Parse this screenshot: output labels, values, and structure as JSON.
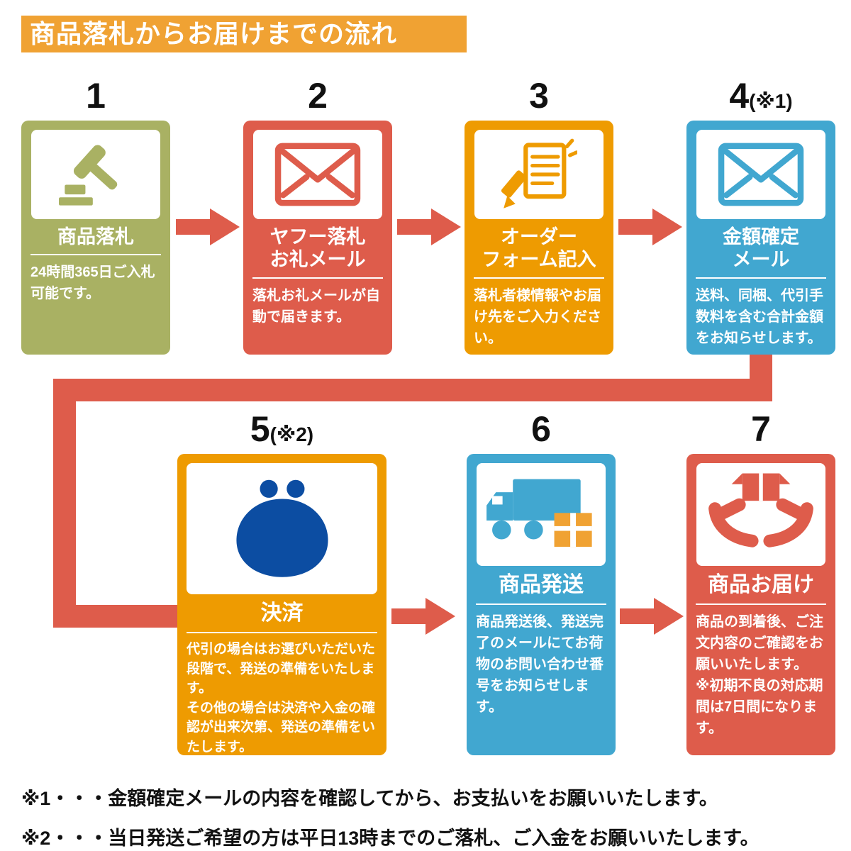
{
  "colors": {
    "header": "#F0A233",
    "arrow": "#DE5C4B",
    "olive": "#A9B163",
    "red": "#DE5C4B",
    "orange": "#EE9B01",
    "blue": "#41A7D0",
    "purse_blue": "#0C4DA2",
    "parcel_orange": "#F0A233"
  },
  "header": {
    "title": "商品落札からお届けまでの流れ"
  },
  "steps": [
    {
      "number": "1",
      "note": "",
      "title": "商品落札",
      "body": "24時間365日ご入札可能です。",
      "color": "#A9B163",
      "icon": "gavel-icon"
    },
    {
      "number": "2",
      "note": "",
      "title": "ヤフー落札\nお礼メール",
      "body": "落札お礼メールが自動で届きます。",
      "color": "#DE5C4B",
      "icon": "mail-icon"
    },
    {
      "number": "3",
      "note": "",
      "title": "オーダー\nフォーム記入",
      "body": "落札者様情報やお届け先をご入力ください。",
      "color": "#EE9B01",
      "icon": "order-form-icon"
    },
    {
      "number": "4",
      "note": "(※1)",
      "title": "金額確定\nメール",
      "body": "送料、同梱、代引手数料を含む合計金額をお知らせします。",
      "color": "#41A7D0",
      "icon": "mail-icon"
    },
    {
      "number": "5",
      "note": "(※2)",
      "title": "決済",
      "body": "代引の場合はお選びいただいた段階で、発送の準備をいたします。\nその他の場合は決済や入金の確認が出来次第、発送の準備をいたします。",
      "color": "#EE9B01",
      "icon": "purse-icon"
    },
    {
      "number": "6",
      "note": "",
      "title": "商品発送",
      "body": "商品発送後、発送完了のメールにてお荷物のお問い合わせ番号をお知らせします。",
      "color": "#41A7D0",
      "icon": "truck-icon"
    },
    {
      "number": "7",
      "note": "",
      "title": "商品お届け",
      "body": "商品の到着後、ご注文内容のご確認をお願いいたします。\n※初期不良の対応期間は7日間になります。",
      "color": "#DE5C4B",
      "icon": "delivery-hands-icon"
    }
  ],
  "footnotes": [
    "※1・・・金額確定メールの内容を確認してから、お支払いをお願いいたします。",
    "※2・・・当日発送ご希望の方は平日13時までのご落札、ご入金をお願いいたします。"
  ]
}
